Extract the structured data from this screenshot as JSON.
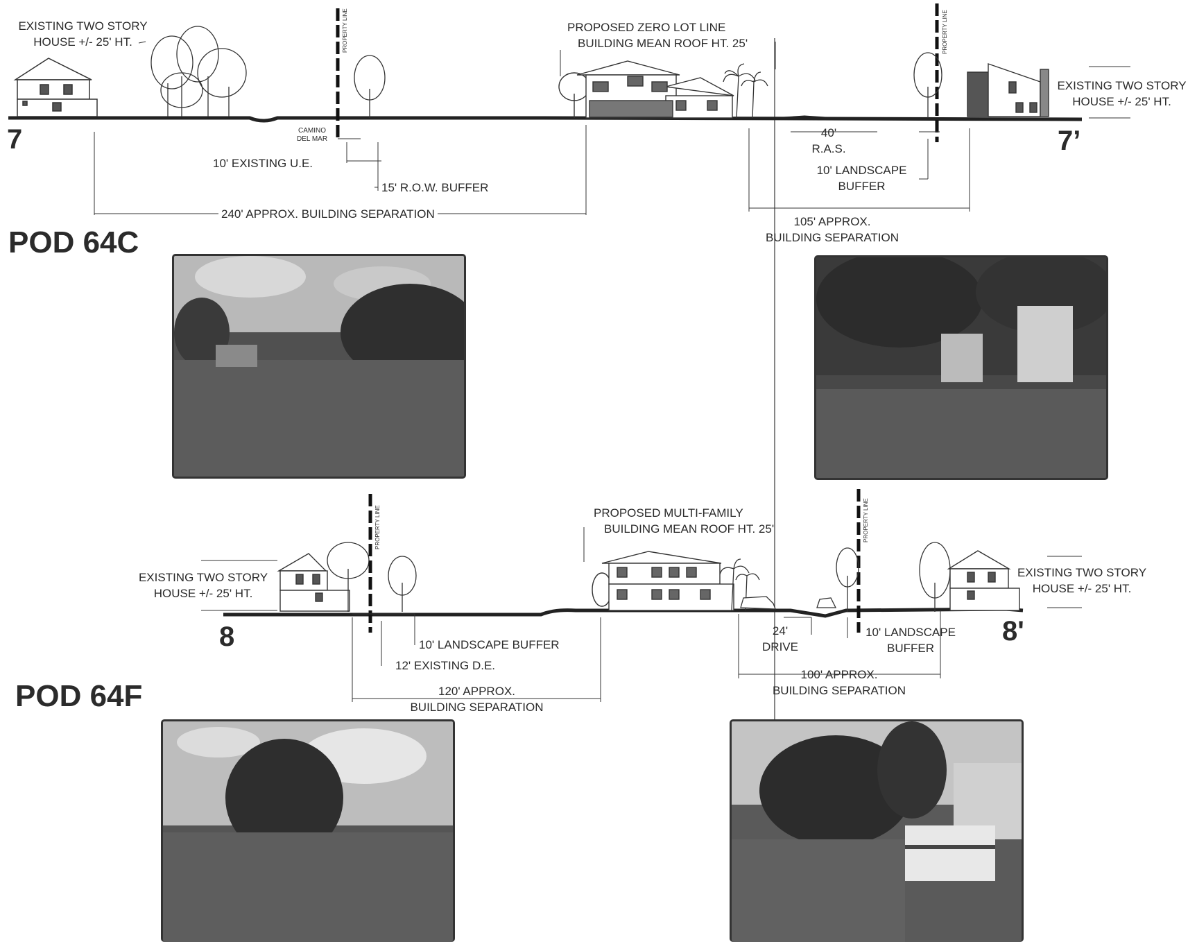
{
  "section_7": {
    "left_marker": "7",
    "right_marker": "7’",
    "pod": "POD 64C",
    "left_house": [
      "EXISTING TWO STORY",
      "HOUSE +/- 25' HT."
    ],
    "right_house": [
      "EXISTING TWO STORY",
      "HOUSE +/- 25' HT."
    ],
    "proposed": [
      "PROPOSED ZERO LOT LINE",
      "BUILDING MEAN ROOF HT. 25'"
    ],
    "road": [
      "CAMINO",
      "DEL MAR"
    ],
    "existing_ue": "10' EXISTING U.E.",
    "row_buffer": "15' R.O.W. BUFFER",
    "separation_left": "240' APPROX. BUILDING SEPARATION",
    "ras": [
      "40'",
      "R.A.S."
    ],
    "landscape_buffer": [
      "10' LANDSCAPE",
      "BUFFER"
    ],
    "separation_right": [
      "105' APPROX.",
      "BUILDING SEPARATION"
    ],
    "property_line": "PROPERTY LINE"
  },
  "section_8": {
    "left_marker": "8",
    "right_marker": "8'",
    "pod": "POD 64F",
    "left_house": [
      "EXISTING TWO STORY",
      "HOUSE +/- 25' HT."
    ],
    "right_house": [
      "EXISTING TWO STORY",
      "HOUSE +/- 25' HT."
    ],
    "proposed": [
      "PROPOSED MULTI-FAMILY",
      "BUILDING MEAN ROOF HT. 25'"
    ],
    "landscape_buffer_left": "10' LANDSCAPE BUFFER",
    "existing_de": "12' EXISTING D.E.",
    "separation_left": [
      "120' APPROX.",
      "BUILDING SEPARATION"
    ],
    "drive": [
      "24'",
      "DRIVE"
    ],
    "landscape_buffer_right": [
      "10' LANDSCAPE",
      "BUFFER"
    ],
    "separation_right": [
      "100' APPROX.",
      "BUILDING SEPARATION"
    ],
    "property_line": "PROPERTY LINE"
  },
  "colors": {
    "ink": "#222222",
    "photo_dark": "#4a4a4a",
    "photo_sky": "#b9b9b9"
  }
}
